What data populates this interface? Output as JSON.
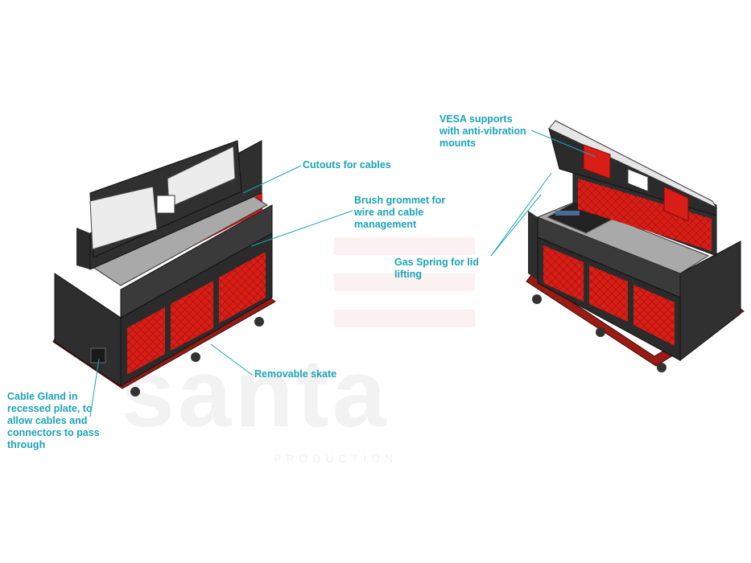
{
  "watermark": {
    "brand": "santa",
    "tagline": "PRODUCTION"
  },
  "callouts": {
    "cutouts": "Cutouts for cables",
    "brush": "Brush grommet for\nwire and cable\nmanagement",
    "skate": "Removable skate",
    "gland": "Cable Gland in\nrecessed plate, to\nallow cables and\nconnectors to pass\nthrough",
    "vesa": "VESA supports\nwith anti-vibration\nmounts",
    "gas": "Gas Spring for lid\nlifting"
  },
  "colors": {
    "callout": "#1aa3b8",
    "frame": "#2b2b2b",
    "interior": "#d81e16",
    "skate": "#9a1a14",
    "top": "#a9a9a9"
  }
}
